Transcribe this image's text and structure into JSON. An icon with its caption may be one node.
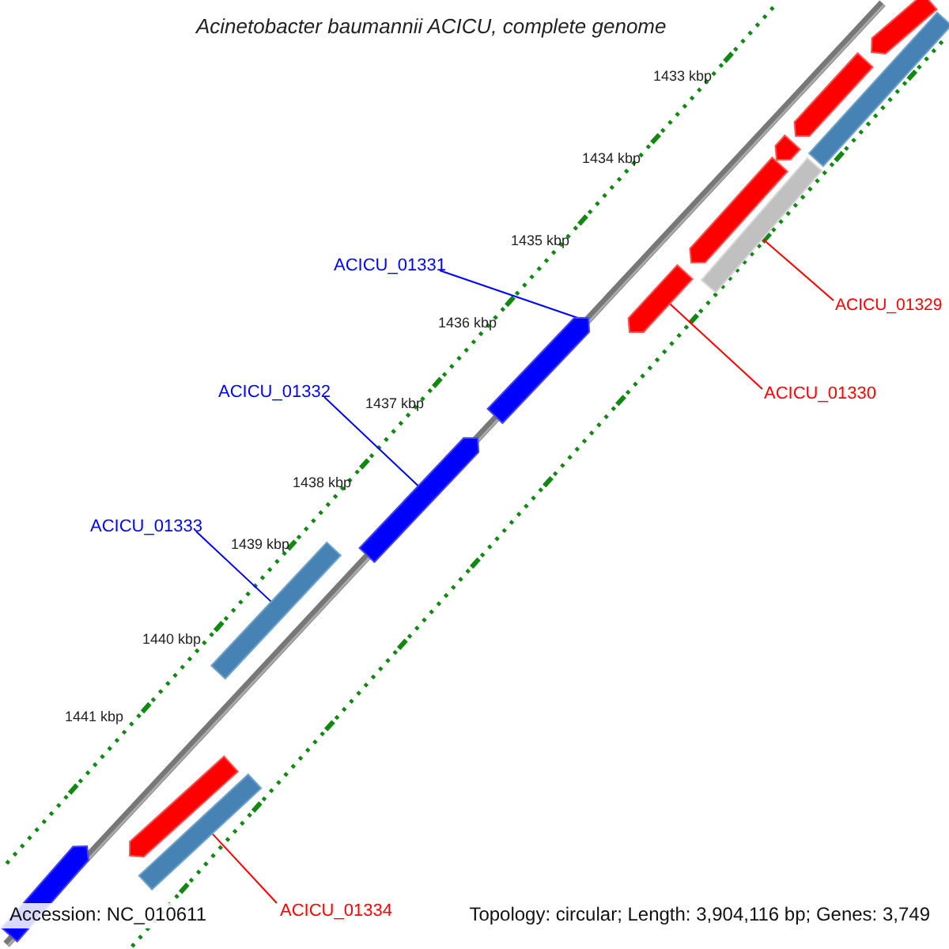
{
  "diagram": {
    "title": "Acinetobacter baumannii ACICU, complete genome",
    "nodes": [
      {
        "text": [
          "ACICU_01329"
        ]
      },
      {
        "text": [
          "ACICU_01330"
        ]
      },
      {
        "text": [
          "ACICU_01331"
        ]
      },
      {
        "text": [
          "ACICU_01332"
        ]
      },
      {
        "text": [
          "ACICU_01333"
        ]
      },
      {
        "text": [
          "ACICU_01334"
        ]
      },
      {
        "text": [],
        "shape": "bar"
      },
      {
        "text": [],
        "shape": "bar"
      },
      {
        "text": [],
        "shape": "bar"
      },
      {
        "text": [],
        "shape": "bar"
      },
      {
        "text": [],
        "shape": "bar"
      },
      {
        "text": [],
        "shape": "bar"
      },
      {
        "text": [],
        "shape": "bar"
      },
      {
        "text": [],
        "shape": "bar"
      },
      {
        "text": [],
        "shape": "bar"
      },
      {
        "text": [],
        "shape": "bar"
      },
      {
        "text": [],
        "shape": "bar"
      },
      {
        "text": [],
        "shape": "bar"
      },
      {
        "text": [],
        "shape": "bar"
      }
    ],
    "edges": [
      {
        "from": 0,
        "to": 11,
        "arrow": "none",
        "color": "#ff0000"
      },
      {
        "from": 1,
        "to": 12,
        "arrow": "none",
        "color": "#ff0000"
      },
      {
        "from": 2,
        "to": 13,
        "arrow": "none",
        "color": "#0000ff"
      },
      {
        "from": 3,
        "to": 14,
        "arrow": "none",
        "color": "#0000ff"
      },
      {
        "from": 4,
        "to": 15,
        "arrow": "none",
        "color": "#0000ff"
      },
      {
        "from": 5,
        "to": 17,
        "arrow": "none",
        "color": "#ff0000"
      }
    ],
    "labels": [
      "1433 kbp",
      "1434 kbp",
      "1435 kbp",
      "1436 kbp",
      "1437 kbp",
      "1438 kbp",
      "1439 kbp",
      "1440 kbp",
      "1441 kbp",
      "Accession: NC_010611",
      "Topology: circular; Length: 3,904,116 bp; Genes: 3,749"
    ]
  }
}
